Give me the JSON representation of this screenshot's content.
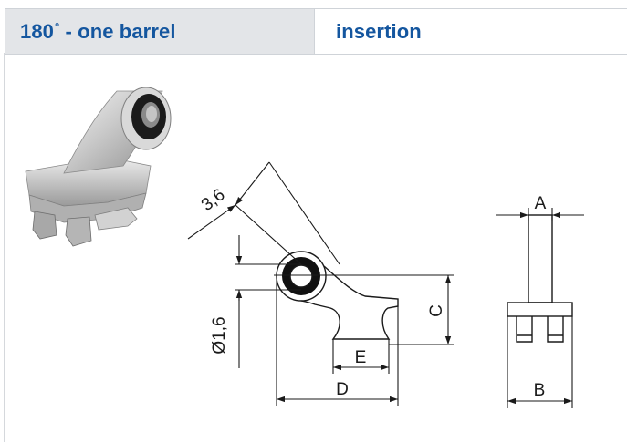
{
  "header": {
    "variant_number": "180",
    "variant_degree": "°",
    "variant_rest": " - one barrel",
    "section": "insertion"
  },
  "photo_icon": "hinge-part-photo",
  "dimensions": {
    "slope": "3,6",
    "diameter": "Ø1,6",
    "a": "A",
    "b": "B",
    "c": "C",
    "d": "D",
    "e": "E"
  },
  "colors": {
    "brand_blue": "#14569f",
    "header_bg": "#e3e5e8"
  }
}
